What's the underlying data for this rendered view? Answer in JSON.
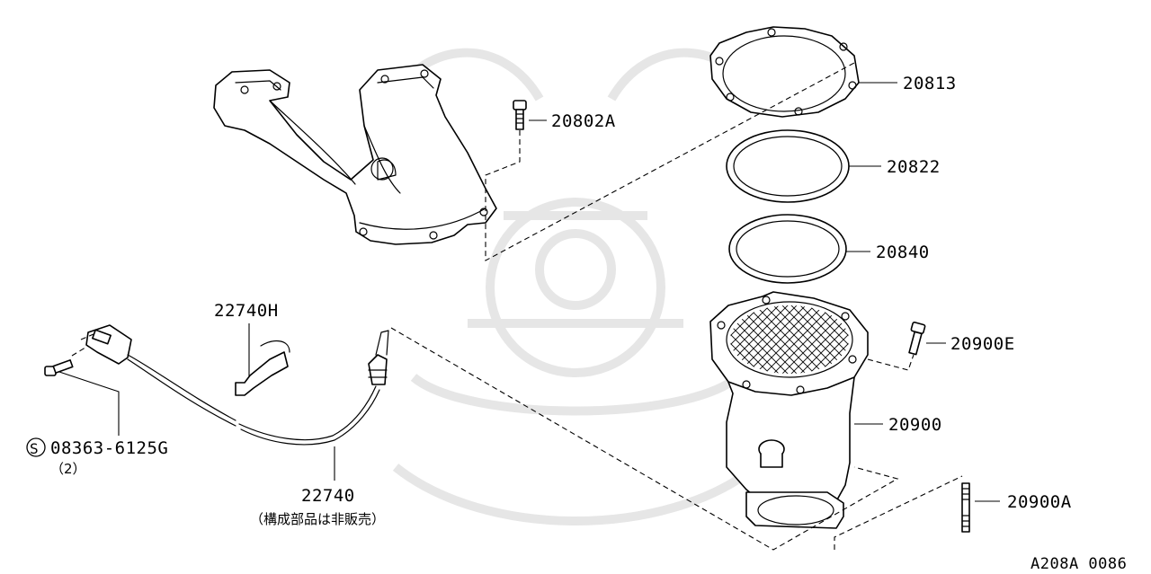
{
  "parts": {
    "p20813": "20813",
    "p20802A": "20802A",
    "p20822": "20822",
    "p20840": "20840",
    "p22740H": "22740H",
    "p20900E": "20900E",
    "p20900": "20900",
    "p20900A": "20900A",
    "p22740": "22740",
    "p22740_note": "（構成部品は非販売）",
    "p08363": "08363-6125G",
    "p08363_qty": "（2）",
    "p08363_symbol": "S"
  },
  "diagram_id": "A208A 0086",
  "colors": {
    "line": "#000000",
    "background": "#ffffff",
    "watermark": "#e6e6e6"
  }
}
